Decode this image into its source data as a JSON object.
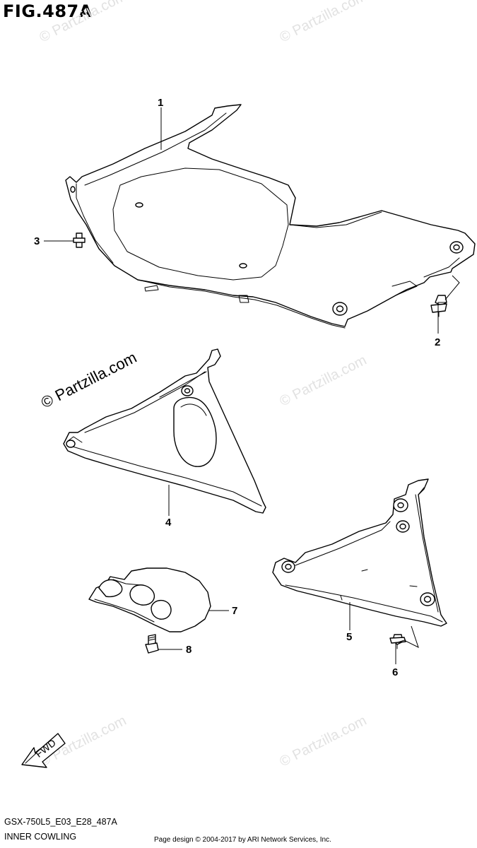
{
  "figure": {
    "title": "FIG.487A",
    "code": "GSX-750L5_E03_E28_487A",
    "caption": "INNER COWLING",
    "credit": "Page design © 2004-2017 by ARI Network Services, Inc."
  },
  "watermark": {
    "main": "© Partzilla.com",
    "faint": "© Partzilla.com"
  },
  "callouts": {
    "c1": "1",
    "c2": "2",
    "c3": "3",
    "c4": "4",
    "c5": "5",
    "c6": "6",
    "c7": "7",
    "c8": "8"
  },
  "fwd_label": "FWD",
  "icons": {
    "fwd_arrow": "fwd-arrow-icon"
  }
}
